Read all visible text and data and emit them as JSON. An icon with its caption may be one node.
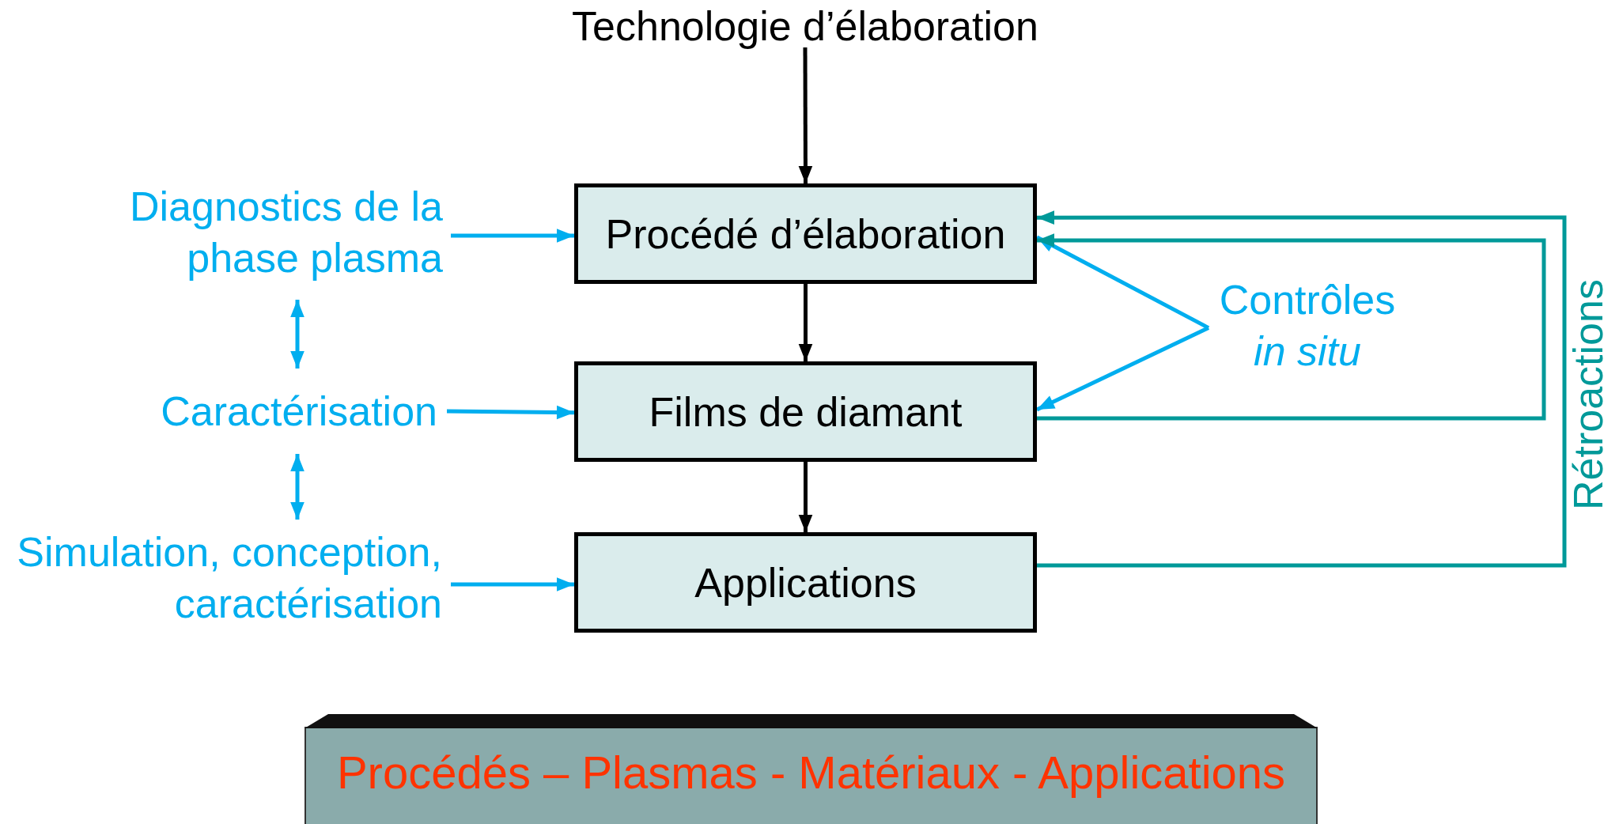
{
  "diagram": {
    "nodes": [
      {
        "text": [
          "Technologie d’élaboration"
        ]
      },
      {
        "text": [
          "Procédé d’élaboration"
        ]
      },
      {
        "text": [
          "Films de diamant"
        ]
      },
      {
        "text": [
          "Applications"
        ]
      },
      {
        "text": [
          "Diagnostics de la phase plasma"
        ]
      },
      {
        "text": [
          "Caractérisation"
        ]
      },
      {
        "text": [
          "Simulation, conception, caractérisation"
        ]
      },
      {
        "text": [
          "Contrôles *in situ*"
        ]
      },
      {
        "text": [
          "Procédés – Plasmas - Matériaux - Applications"
        ]
      }
    ],
    "edges": [
      {
        "from": 0,
        "to": 1,
        "arrow": "to",
        "color": "#000000"
      },
      {
        "from": 1,
        "to": 2,
        "arrow": "to",
        "color": "#000000"
      },
      {
        "from": 2,
        "to": 3,
        "arrow": "to",
        "color": "#000000"
      },
      {
        "from": 4,
        "to": 1,
        "arrow": "to"
      },
      {
        "from": 5,
        "to": 2,
        "arrow": "to"
      },
      {
        "from": 6,
        "to": 3,
        "arrow": "to"
      },
      {
        "from": 4,
        "to": 5,
        "arrow": "both"
      },
      {
        "from": 5,
        "to": 6,
        "arrow": "both"
      },
      {
        "from": 7,
        "to": 1,
        "arrow": "to"
      },
      {
        "from": 7,
        "to": 2,
        "arrow": "to"
      },
      {
        "from": 2,
        "to": 1,
        "arrow": "to",
        "color": "#009999"
      },
      {
        "from": 3,
        "to": 1,
        "arrow": "to",
        "color": "#009999"
      }
    ],
    "labels": [
      "Rétroactions"
    ]
  }
}
